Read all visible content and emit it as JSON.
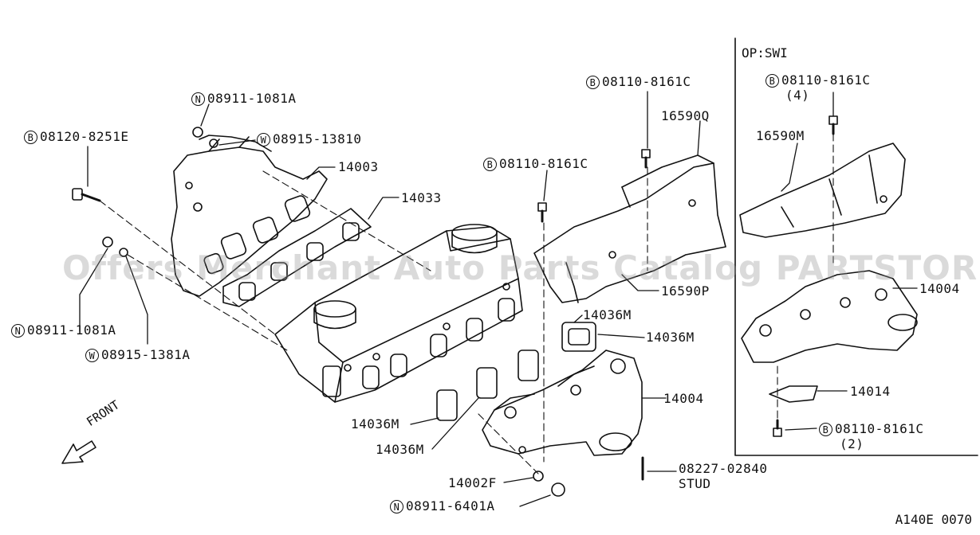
{
  "title": "",
  "option": {
    "heading": "OP:SWI",
    "labels": {
      "b_bolt": "08110-8161C",
      "b_bolt_qty": "(4)",
      "heat_shield": "16590M",
      "manifold": "14004",
      "bracket": "14014",
      "b_bolt_lower": "08110-8161C",
      "b_bolt_lower_qty": "(2)"
    }
  },
  "main": {
    "labels": {
      "n_nut_top": "08911-1081A",
      "w_washer_top": "08915-13810",
      "b_bolt_left": "08120-8251E",
      "intake_manifold": "14003",
      "gasket_14033": "14033",
      "n_nut_left": "08911-1081A",
      "w_washer_left": "08915-1381A",
      "b_bolt_center": "08110-8161C",
      "b_bolt_right": "08110-8161C",
      "shield_q": "16590Q",
      "shield_p": "16590P",
      "gasket_m1": "14036M",
      "gasket_m2": "14036M",
      "gasket_m3": "14036M",
      "gasket_m4": "14036M",
      "exhaust_manifold": "14004",
      "stud_part": "08227-02840",
      "stud_text": "STUD",
      "nut_14002f": "14002F",
      "n_nut_bottom": "08911-6401A"
    },
    "prefix": {
      "N": "N",
      "W": "W",
      "B": "B"
    }
  },
  "front_text": "FRONT",
  "watermark": "Offers Merchant Auto Parts Catalog PARTSTORE.SA",
  "drawing_code": "A140E 0070"
}
